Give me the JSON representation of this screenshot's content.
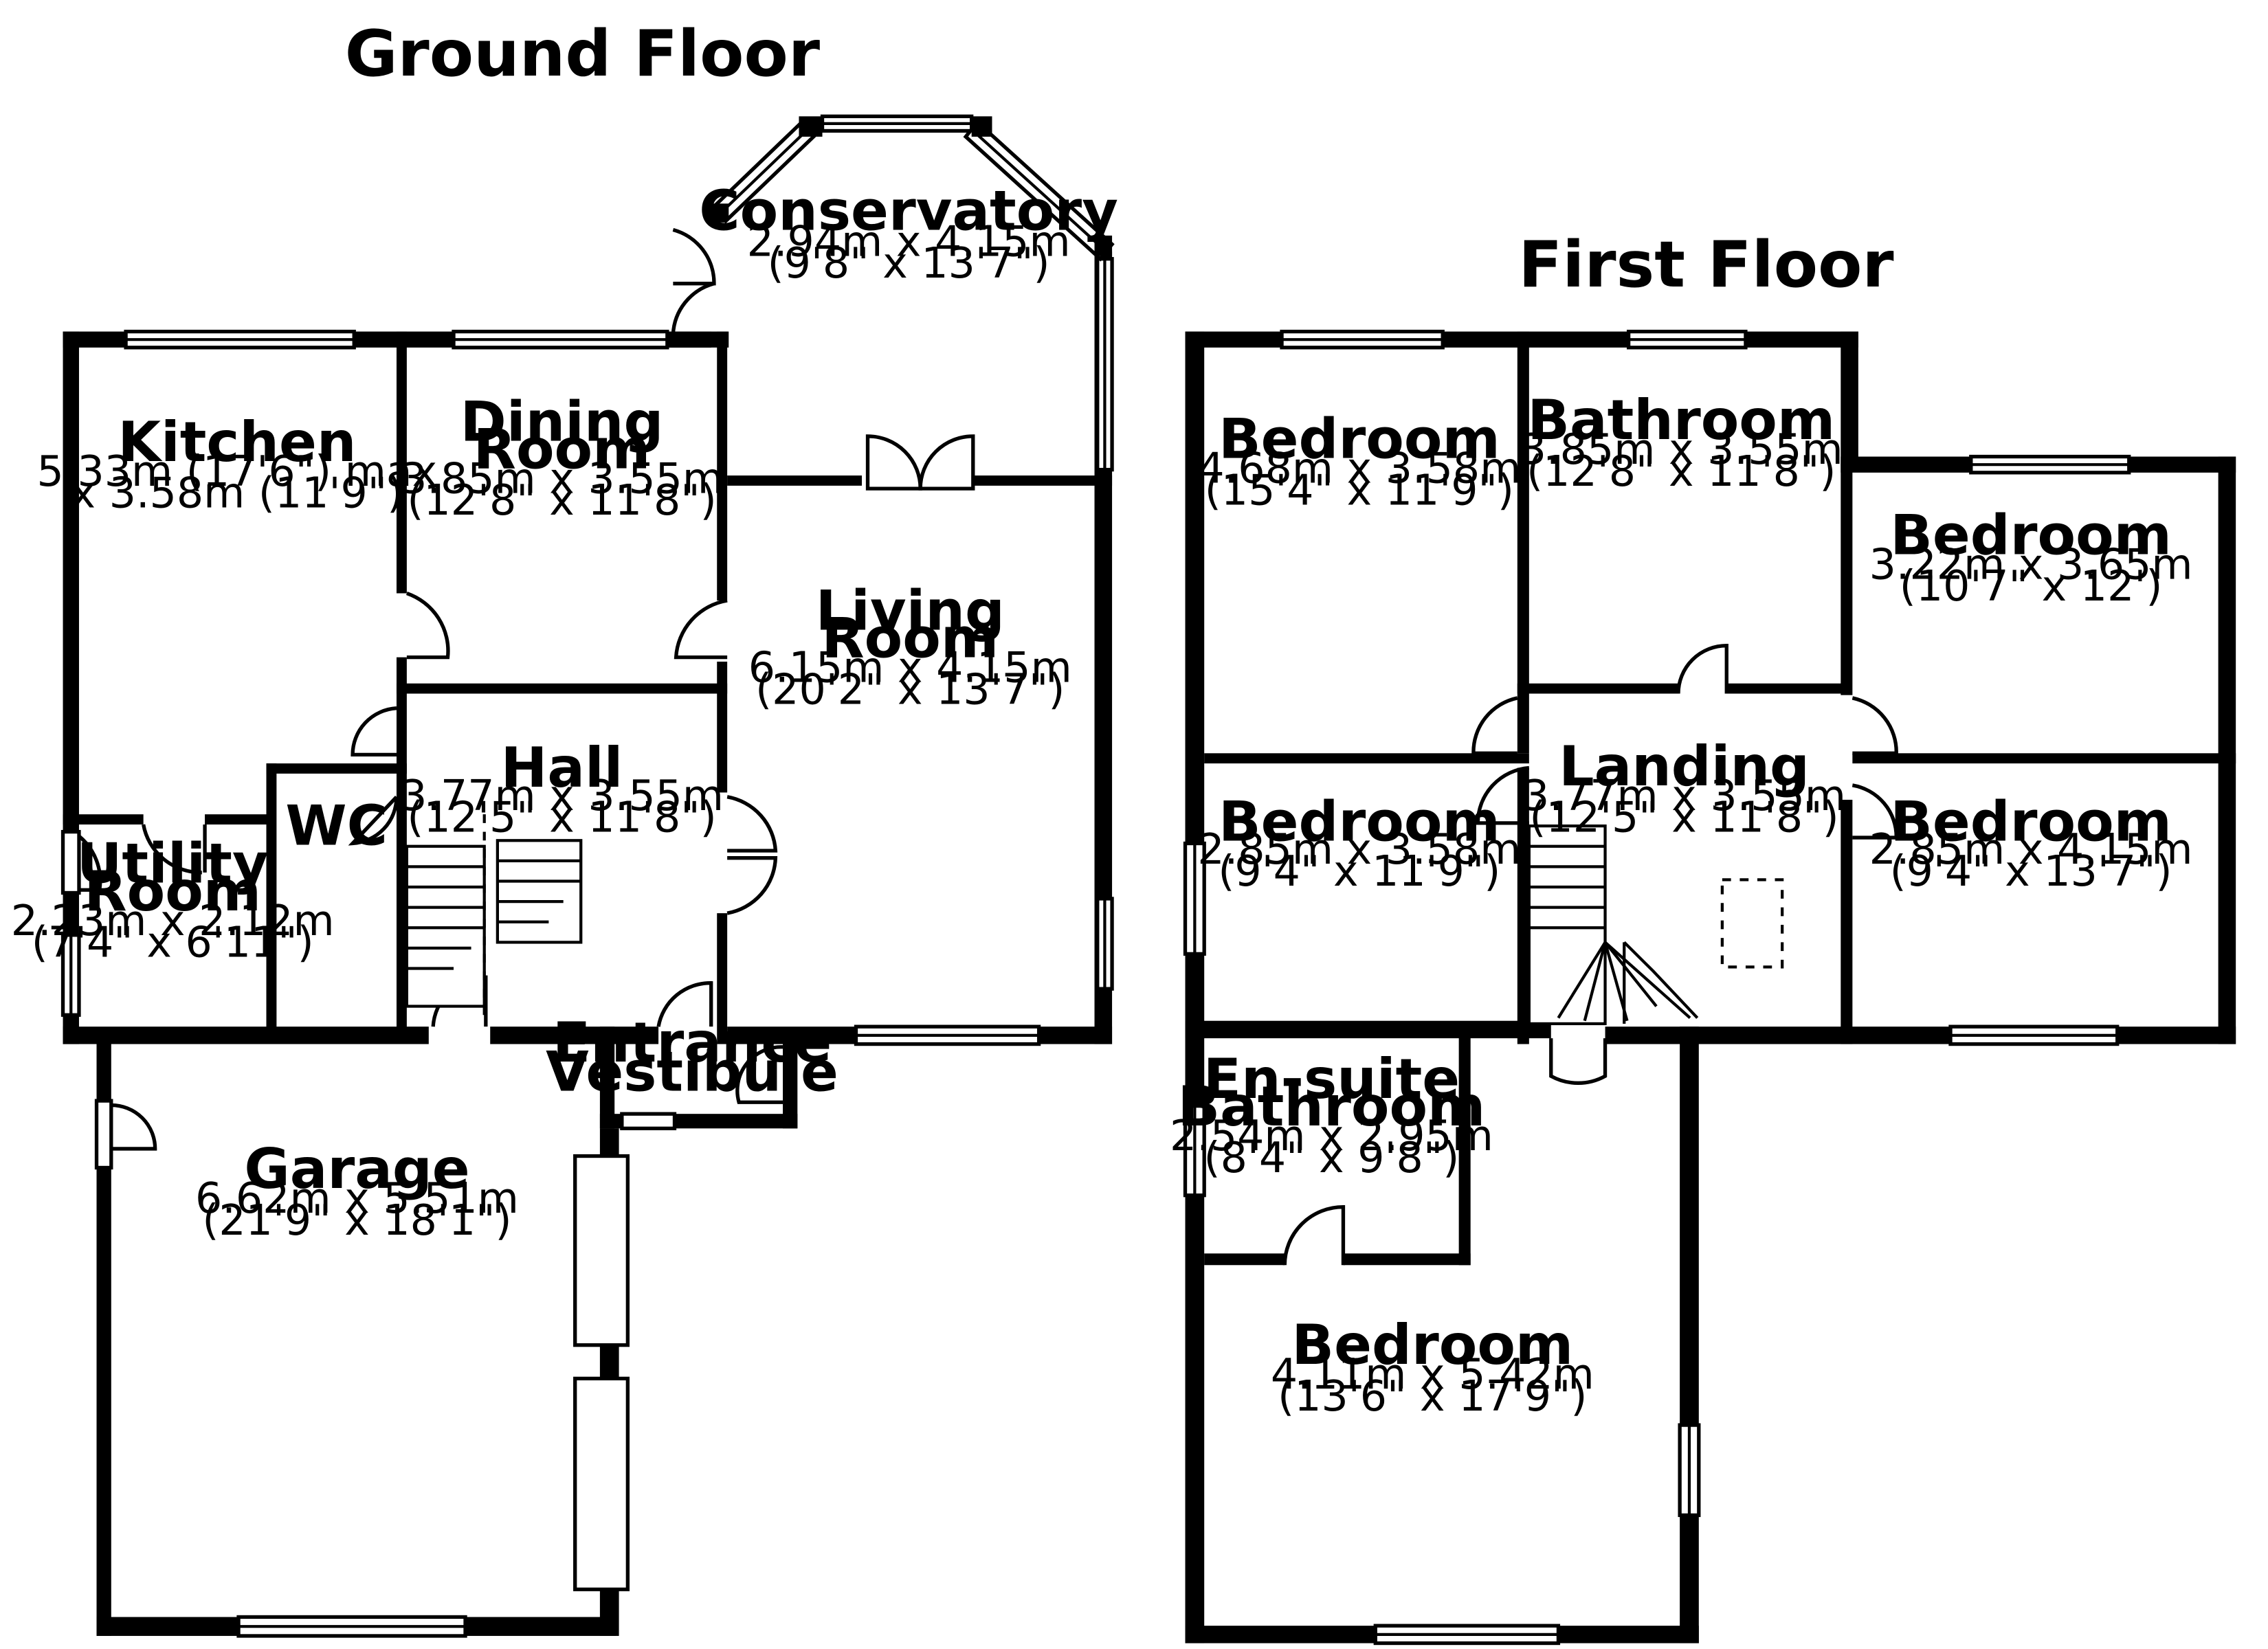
{
  "ground_floor": {
    "title": "Ground Floor",
    "rooms": {
      "conservatory": {
        "name": "Conservatory",
        "metric": "2.94m x 4.15m",
        "imperial": "(9'8\" x 13'7\")"
      },
      "kitchen": {
        "name": "Kitchen",
        "metric": "5.33m (17'6\") max",
        "imperial": "x 3.58m (11'9\")"
      },
      "dining_room": {
        "name_line1": "Dining",
        "name_line2": "Room",
        "metric": "3.85m x 3.55m",
        "imperial": "(12'8\" x 11'8\")"
      },
      "living_room": {
        "name_line1": "Living",
        "name_line2": "Room",
        "metric": "6.15m x 4.15m",
        "imperial": "(20'2\" x 13'7\")"
      },
      "hall": {
        "name": "Hall",
        "metric": "3.77m x 3.55m",
        "imperial": "(12'5\" x 11'8\")"
      },
      "wc": {
        "name": "WC"
      },
      "utility_room": {
        "name_line1": "Utility",
        "name_line2": "Room",
        "metric": "2.23m x 2.12m",
        "imperial": "(7'4\" x 6'11\")"
      },
      "entrance_vestibule": {
        "name_line1": "Entrance",
        "name_line2": "Vestibule"
      },
      "garage": {
        "name": "Garage",
        "metric": "6.62m x 5.51m",
        "imperial": "(21'9\" x 18'1\")"
      }
    }
  },
  "first_floor": {
    "title": "First Floor",
    "rooms": {
      "bedroom_1": {
        "name": "Bedroom",
        "metric": "4.68m x 3.58m",
        "imperial": "(15'4\" x 11'9\")"
      },
      "bathroom": {
        "name": "Bathroom",
        "metric": "3.85m x 3.55m",
        "imperial": "(12'8\" x 11'8\")"
      },
      "bedroom_2": {
        "name": "Bedroom",
        "metric": "3.22m x 3.65m",
        "imperial": "(10'7\" x 12')"
      },
      "bedroom_3": {
        "name": "Bedroom",
        "metric": "2.85m x 3.58m",
        "imperial": "(9'4\" x 11'9\")"
      },
      "landing": {
        "name": "Landing",
        "metric": "3.77m x 3.55m",
        "imperial": "(12'5\" x 11'8\")"
      },
      "bedroom_4": {
        "name": "Bedroom",
        "metric": "2.85m x 4.15m",
        "imperial": "(9'4\" x 13'7\")"
      },
      "ensuite": {
        "name_line1": "En-suite",
        "name_line2": "Bathroom",
        "metric": "2.54m x 2.95m",
        "imperial": "(8'4\" x 9'8\")"
      },
      "bedroom_5": {
        "name": "Bedroom",
        "metric": "4.11m x 5.42m",
        "imperial": "(13'6\" x 17'9\")"
      }
    }
  }
}
